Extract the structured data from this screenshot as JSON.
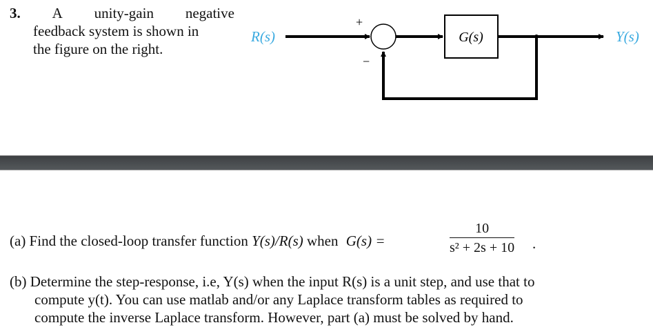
{
  "problem": {
    "number": "3.",
    "line1": [
      "A",
      "unity-gain",
      "negative"
    ],
    "line2": "feedback system is shown in",
    "line3": "the figure on the right."
  },
  "diagram": {
    "input": "R(s)",
    "output": "Y(s)",
    "block": "G(s)",
    "plus": "+",
    "minus": "−",
    "colors": {
      "signal_label": "#3aaae0"
    }
  },
  "part_a": {
    "prefix": "(a) Find the closed-loop transfer function ",
    "tf": "Y(s)/R(s)",
    "when": " when ",
    "g": "G(s) =",
    "numerator": "10",
    "denominator": "s² + 2s + 10",
    "end": "."
  },
  "part_b": {
    "line1": "(b) Determine the step-response, i.e, Y(s) when the input R(s) is a unit step, and use that to",
    "line2": "compute y(t). You can use matlab and/or any Laplace transform tables as required to",
    "line3": "compute the inverse Laplace transform. However, part (a) must be solved by hand."
  }
}
